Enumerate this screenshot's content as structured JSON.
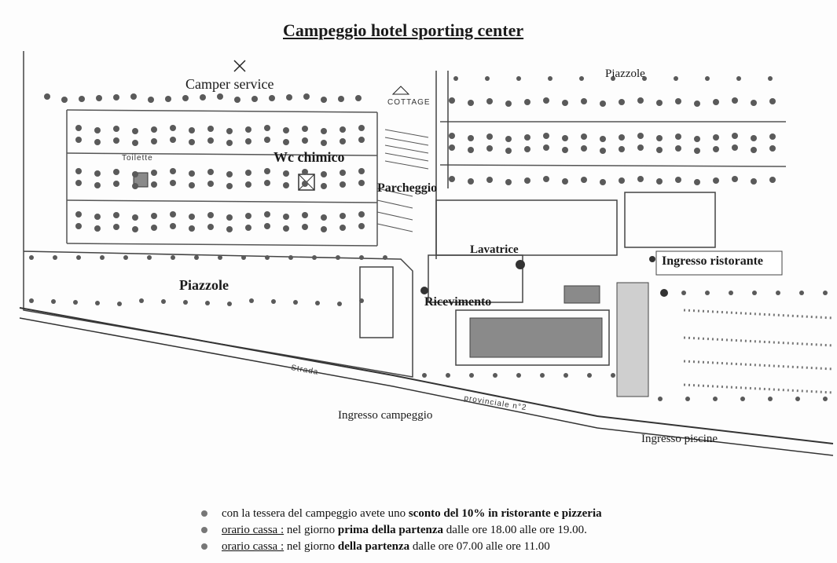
{
  "title": "Campeggio  hotel sporting center",
  "labels": {
    "camper_service": "Camper service",
    "cottage": "COTTAGE",
    "toilette": "Toilette",
    "wc_chimico": "Wc chimico",
    "parcheggio": "Parcheggio",
    "piazzole_top": "Piazzole",
    "piazzole_left": "Piazzole",
    "lavatrice": "Lavatrice",
    "ricevimento": "Ricevimento",
    "ingresso_ristorante": "Ingresso ristorante",
    "ingresso_campeggio": "Ingresso campeggio",
    "ingresso_piscine": "Ingresso piscine",
    "strada": "Strada",
    "provinciale": "provinciale n°2"
  },
  "notes": [
    {
      "prefix": "",
      "plain1": "con la tessera del campeggio avete uno ",
      "bold": "sconto del 10% in ristorante e pizzeria",
      "plain2": ""
    },
    {
      "prefix": "orario cassa :",
      "plain1": " nel giorno ",
      "bold": "prima della partenza",
      "plain2": " dalle ore 18.00 alle ore 19.00."
    },
    {
      "prefix": "orario cassa :",
      "plain1": " nel giorno ",
      "bold": "della partenza",
      "plain2": " dalle ore 07.00 alle ore 11.00"
    }
  ],
  "colors": {
    "ink": "#222222",
    "pool": "#8a8a8a",
    "tree": "#555555"
  }
}
